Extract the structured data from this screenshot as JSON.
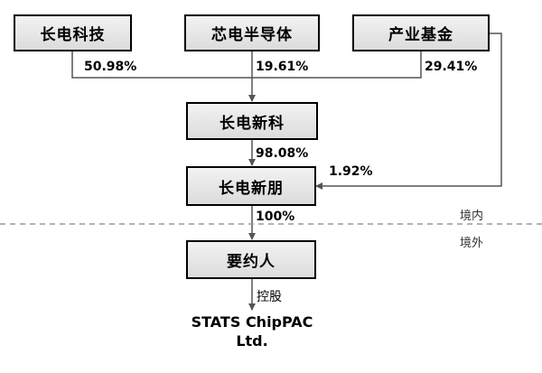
{
  "entities": {
    "changdian_keji": "长电科技",
    "xindian": "芯电半导体",
    "industry_fund": "产业基金",
    "changdian_xinke": "长电新科",
    "changdian_xinpeng": "长电新朋",
    "offeror": "要约人",
    "stats_line1": "STATS ChipPAC",
    "stats_line2": "Ltd."
  },
  "stakes": {
    "keji_to_xinke": "50.98%",
    "xindian_to_xinke": "19.61%",
    "fund_to_xinke": "29.41%",
    "xinke_to_xinpeng": "98.08%",
    "fund_to_xinpeng": "1.92%",
    "xinpeng_to_offeror": "100%",
    "offeror_to_stats": "控股"
  },
  "regions": {
    "domestic": "境内",
    "overseas": "境外"
  }
}
